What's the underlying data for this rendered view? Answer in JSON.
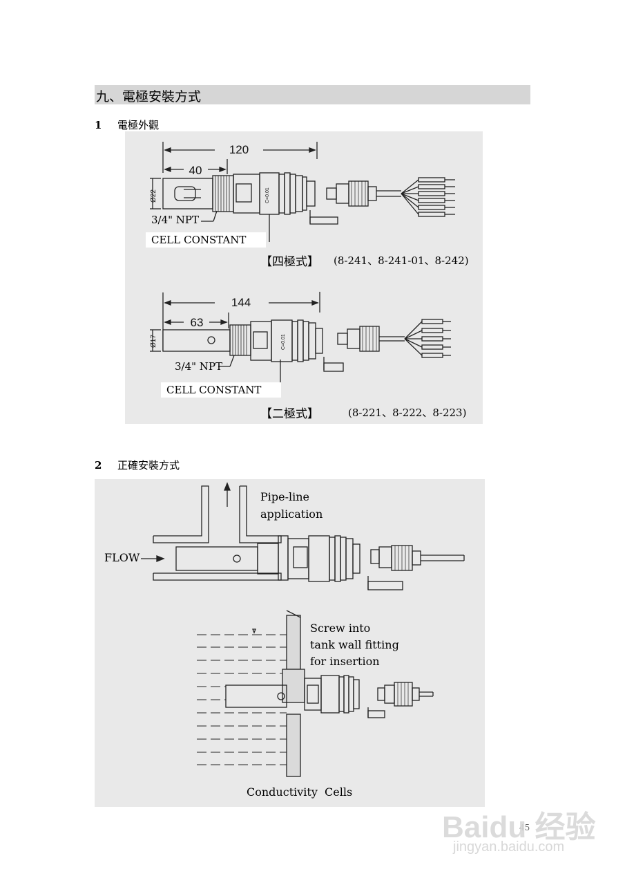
{
  "section": {
    "title": "九、電極安裝方式"
  },
  "part1": {
    "num": "1",
    "title": "電極外觀",
    "fig_a": {
      "dim_total": "120",
      "dim_body": "40",
      "dim_dia": "Ø22",
      "thread": "3/4\" NPT",
      "cell_constant": "CELL CONSTANT",
      "type_label": "【四極式】",
      "models": "(8-241、8-241-01、8-242)",
      "body_mark": "C=0.01"
    },
    "fig_b": {
      "dim_total": "144",
      "dim_body": "63",
      "dim_dia": "Ø17",
      "thread": "3/4\" NPT",
      "cell_constant": "CELL CONSTANT",
      "type_label": "【二極式】",
      "models": "(8-221、8-222、8-223)",
      "body_mark": "C=0.01"
    }
  },
  "part2": {
    "num": "2",
    "title": "正確安裝方式",
    "pipe_label_1": "Pipe-line",
    "pipe_label_2": "application",
    "flow_label": "FLOW",
    "tank_label_1": "Screw into",
    "tank_label_2": "tank wall fitting",
    "tank_label_3": "for insertion",
    "caption": "Conductivity  Cells"
  },
  "page_number": "45",
  "watermark": {
    "brand": "Baidu 经验",
    "url": "jingyan.baidu.com"
  }
}
